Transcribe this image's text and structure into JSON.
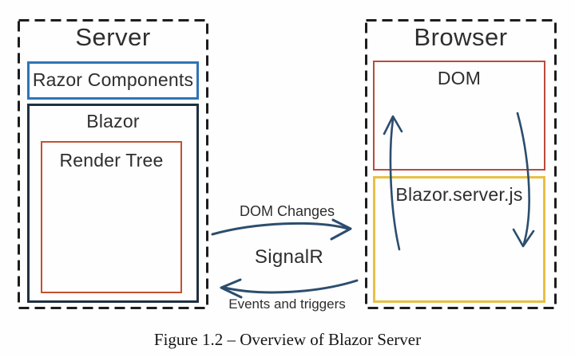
{
  "colors": {
    "bg": "#FEFEFE",
    "outline": "#1D1D1D",
    "razor-border": "#2E75B6",
    "blazor-border": "#20303F",
    "render-border": "#C4502F",
    "dom-border": "#BA4B3C",
    "serverjs-border": "#E7C044",
    "arrow": "#2C4D6E",
    "label-text": "#2E2E2E",
    "caption-text": "#151515"
  },
  "server": {
    "title": "Server",
    "razor_components": "Razor Components",
    "blazor": "Blazor",
    "render_tree": "Render Tree"
  },
  "browser": {
    "title": "Browser",
    "dom": "DOM",
    "blazor_server_js": "Blazor.server.js"
  },
  "connections": {
    "dom_changes": "DOM Changes",
    "signalr": "SignalR",
    "events_and_triggers": "Events and triggers"
  },
  "caption": "Figure 1.2 – Overview of Blazor Server"
}
